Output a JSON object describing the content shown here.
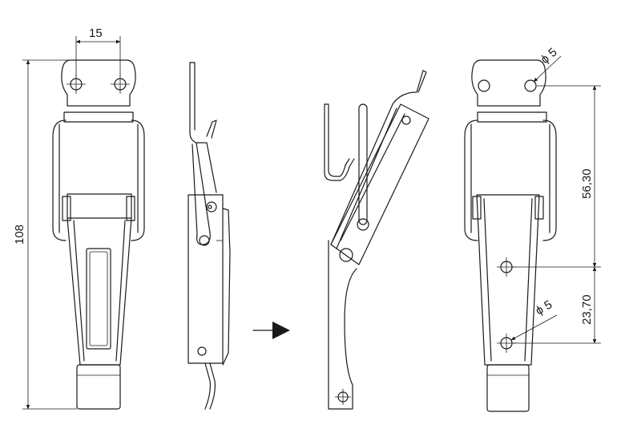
{
  "dimensions": {
    "width_top": "15",
    "total_height": "108",
    "hole_diameter_top": "ϕ 5",
    "hole_spacing_upper": "56,30",
    "hole_spacing_lower": "23,70",
    "hole_diameter_bottom": "ϕ 5"
  },
  "views": [
    "front-view",
    "side-view-closed",
    "side-view-open",
    "front-view-dimensioned"
  ]
}
